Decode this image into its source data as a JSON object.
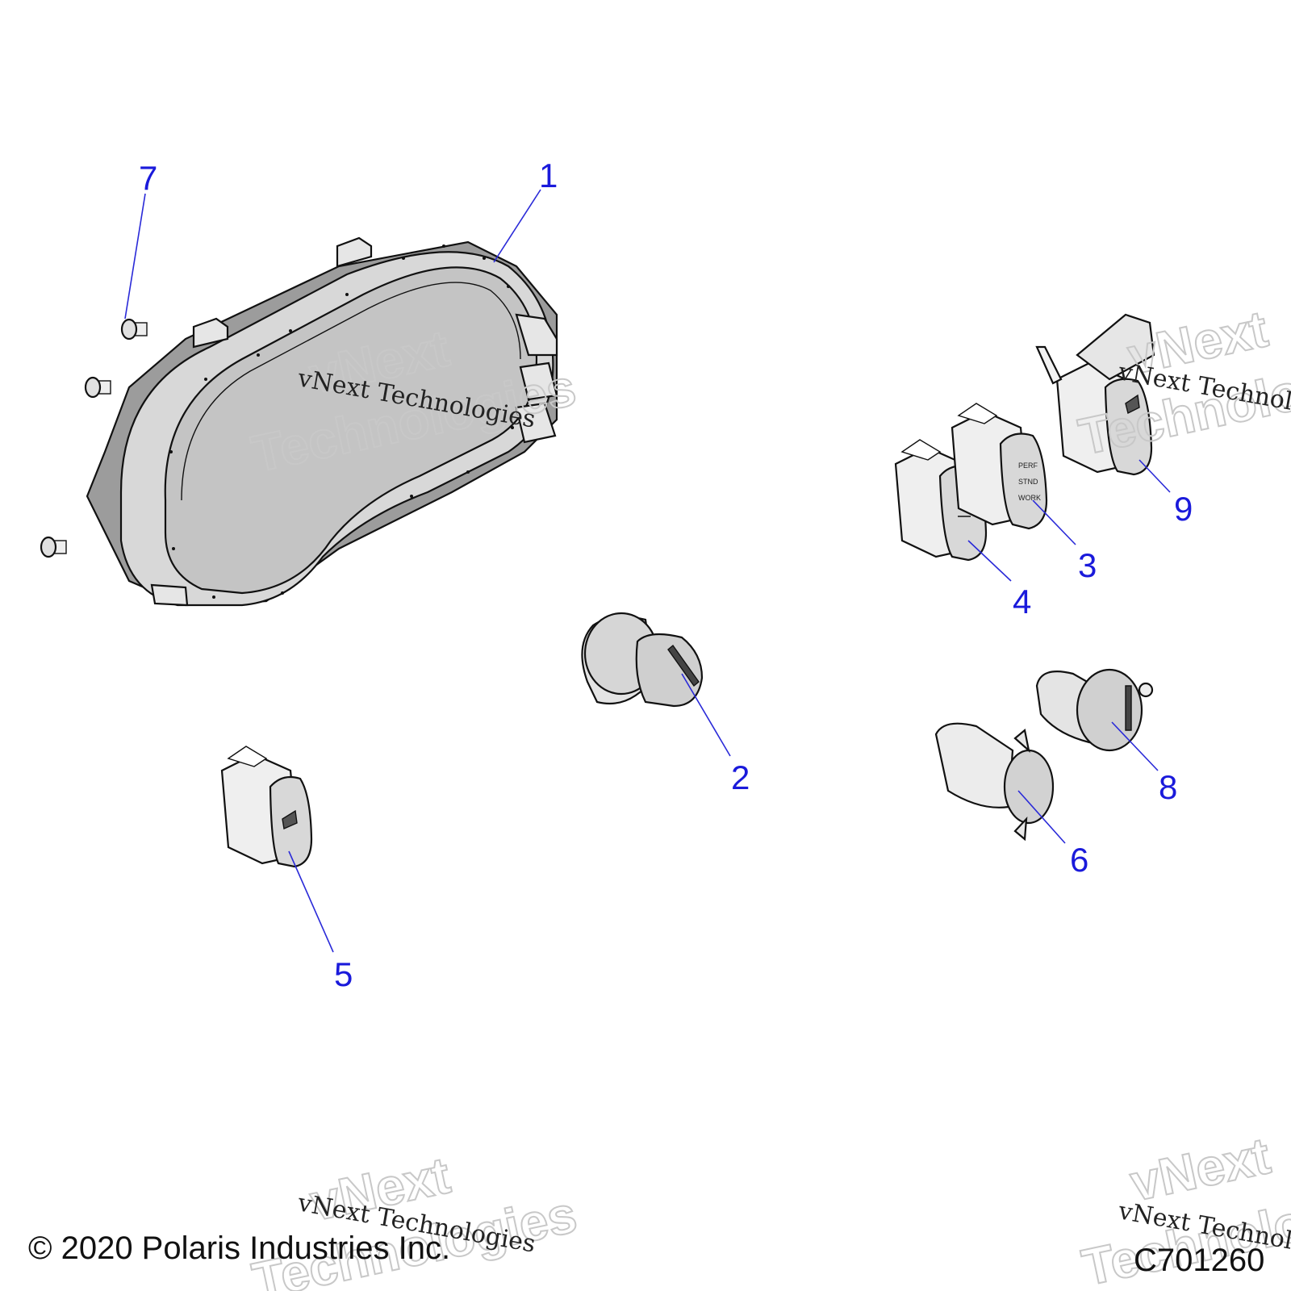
{
  "callouts": [
    "1",
    "2",
    "3",
    "4",
    "5",
    "6",
    "7",
    "8",
    "9"
  ],
  "switch_legend": {
    "line1": "PERF",
    "line2": "STND",
    "line3": "WORK"
  },
  "watermark": {
    "line_small": "vNext Technologies",
    "line_big1": "vNext",
    "line_big2": "Technologies"
  },
  "footer": {
    "copyright": "© 2020 Polaris Industries Inc.",
    "code": "C701260"
  }
}
